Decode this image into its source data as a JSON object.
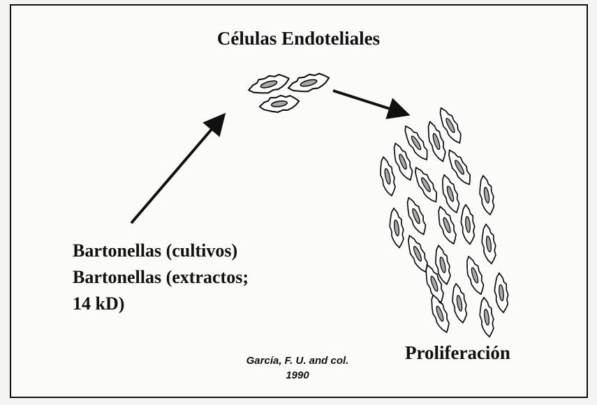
{
  "title": "Células Endoteliales",
  "stimuli": {
    "line1": "Bartonellas (cultivos)",
    "line2": "Bartonellas (extractos;",
    "line3": "14 kD)"
  },
  "citation": {
    "line1": "García, F. U. and col.",
    "line2": "1990"
  },
  "result_label": "Proliferación",
  "icons": {
    "endothelial_cell": "endothelial-cell-icon",
    "arrow": "arrow-icon"
  },
  "colors": {
    "ink": "#111111",
    "nucleus_fill": "#a9a9a9",
    "cell_fill": "#ffffff",
    "background": "#fbfbfa"
  }
}
